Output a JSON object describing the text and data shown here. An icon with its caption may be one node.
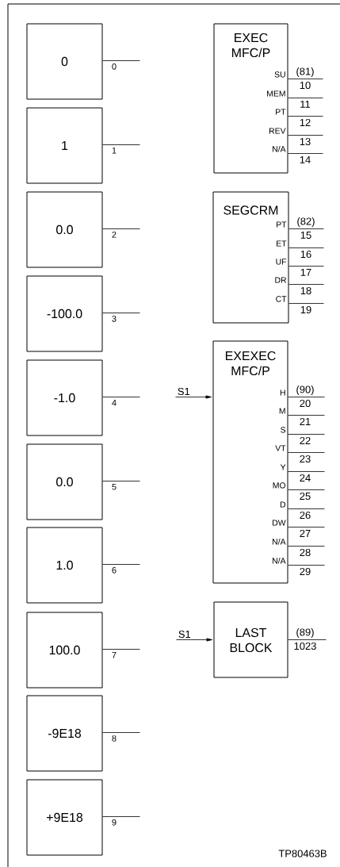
{
  "diagram": {
    "nodes": [
      {
        "text": [
          "0"
        ]
      },
      {
        "text": [
          "1"
        ]
      },
      {
        "text": [
          "0.0"
        ]
      },
      {
        "text": [
          "-100.0"
        ]
      },
      {
        "text": [
          "-1.0"
        ]
      },
      {
        "text": [
          "0.0"
        ]
      },
      {
        "text": [
          "1.0"
        ]
      },
      {
        "text": [
          "100.0"
        ]
      },
      {
        "text": [
          "-9E18"
        ]
      },
      {
        "text": [
          "+9E18"
        ]
      },
      {
        "text": [
          "EXEC MFC/P",
          "SU",
          "MEM",
          "PT",
          "REV",
          "N/A"
        ],
        "beside": [
          "(81)"
        ]
      },
      {
        "text": [
          "SEGCRM",
          "PT",
          "ET",
          "UF",
          "DR",
          "CT"
        ],
        "beside": [
          "(82)"
        ]
      },
      {
        "text": [
          "EXEXEC MFC/P",
          "H",
          "M",
          "S",
          "VT",
          "Y",
          "MO",
          "D",
          "DW",
          "N/A",
          "N/A"
        ],
        "beside": [
          "(90)"
        ]
      },
      {
        "text": [
          "LAST BLOCK"
        ],
        "beside": [
          "(89)"
        ]
      }
    ],
    "edges": [
      {
        "from": 0,
        "to": null,
        "arrow": "none",
        "label": "0"
      },
      {
        "from": 1,
        "to": null,
        "arrow": "none",
        "label": "1"
      },
      {
        "from": 2,
        "to": null,
        "arrow": "none",
        "label": "2"
      },
      {
        "from": 3,
        "to": null,
        "arrow": "none",
        "label": "3"
      },
      {
        "from": 4,
        "to": null,
        "arrow": "none",
        "label": "4"
      },
      {
        "from": 5,
        "to": null,
        "arrow": "none",
        "label": "5"
      },
      {
        "from": 6,
        "to": null,
        "arrow": "none",
        "label": "6"
      },
      {
        "from": 7,
        "to": null,
        "arrow": "none",
        "label": "7"
      },
      {
        "from": 8,
        "to": null,
        "arrow": "none",
        "label": "8"
      },
      {
        "from": 9,
        "to": null,
        "arrow": "none",
        "label": "9"
      },
      {
        "from": 10,
        "to": null,
        "arrow": "none",
        "label": "10"
      },
      {
        "from": 10,
        "to": null,
        "arrow": "none",
        "label": "11"
      },
      {
        "from": 10,
        "to": null,
        "arrow": "none",
        "label": "12"
      },
      {
        "from": 10,
        "to": null,
        "arrow": "none",
        "label": "13"
      },
      {
        "from": 10,
        "to": null,
        "arrow": "none",
        "label": "14"
      },
      {
        "from": 11,
        "to": null,
        "arrow": "none",
        "label": "15"
      },
      {
        "from": 11,
        "to": null,
        "arrow": "none",
        "label": "16"
      },
      {
        "from": 11,
        "to": null,
        "arrow": "none",
        "label": "17"
      },
      {
        "from": 11,
        "to": null,
        "arrow": "none",
        "label": "18"
      },
      {
        "from": 11,
        "to": null,
        "arrow": "none",
        "label": "19"
      },
      {
        "from": 12,
        "to": null,
        "arrow": "none",
        "label": "20"
      },
      {
        "from": 12,
        "to": null,
        "arrow": "none",
        "label": "21"
      },
      {
        "from": 12,
        "to": null,
        "arrow": "none",
        "label": "22"
      },
      {
        "from": 12,
        "to": null,
        "arrow": "none",
        "label": "23"
      },
      {
        "from": 12,
        "to": null,
        "arrow": "none",
        "label": "24"
      },
      {
        "from": 12,
        "to": null,
        "arrow": "none",
        "label": "25"
      },
      {
        "from": 12,
        "to": null,
        "arrow": "none",
        "label": "26"
      },
      {
        "from": 12,
        "to": null,
        "arrow": "none",
        "label": "27"
      },
      {
        "from": 12,
        "to": null,
        "arrow": "none",
        "label": "28"
      },
      {
        "from": 12,
        "to": null,
        "arrow": "none",
        "label": "29"
      },
      {
        "from": 13,
        "to": null,
        "arrow": "none",
        "label": "1023"
      },
      {
        "from": null,
        "to": 12,
        "arrow": "to",
        "label": "S1"
      },
      {
        "from": null,
        "to": 13,
        "arrow": "to",
        "label": "S1"
      }
    ],
    "labels": [
      "TP80463B"
    ]
  }
}
